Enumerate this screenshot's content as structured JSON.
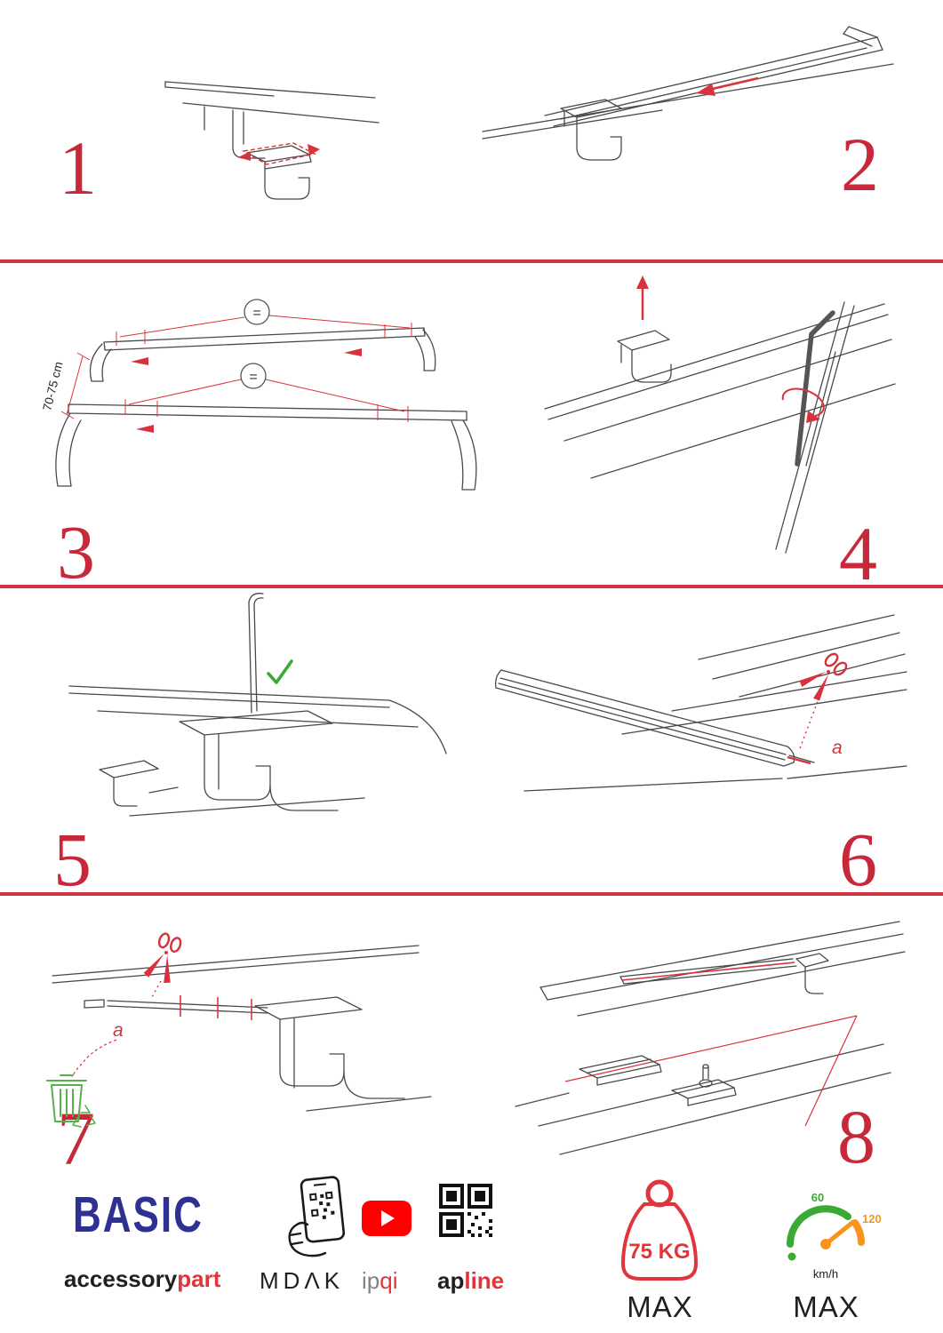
{
  "colors": {
    "accent_red": "#cf3540",
    "step_number_red": "#c8293a",
    "brand_navy": "#2e3192",
    "green": "#3aaa35",
    "orange": "#f7941d"
  },
  "steps": {
    "s1": {
      "number": "1"
    },
    "s2": {
      "number": "2"
    },
    "s3": {
      "number": "3",
      "measurement": "70-75 cm",
      "equals": "="
    },
    "s4": {
      "number": "4"
    },
    "s5": {
      "number": "5"
    },
    "s6": {
      "number": "6",
      "part_label": "a"
    },
    "s7": {
      "number": "7",
      "part_label": "a"
    },
    "s8": {
      "number": "8"
    }
  },
  "footer": {
    "basic": "BASIC",
    "accessory": "accessory",
    "part": "part",
    "mdak": "MDΛK",
    "ip": "ip",
    "qi": "qi",
    "ap": "ap",
    "line": "line",
    "weight": "75 KG",
    "weight_max": "MAX",
    "speed_start": "60",
    "speed_end": "120",
    "speed_unit": "km/h",
    "speed_max": "MAX"
  }
}
